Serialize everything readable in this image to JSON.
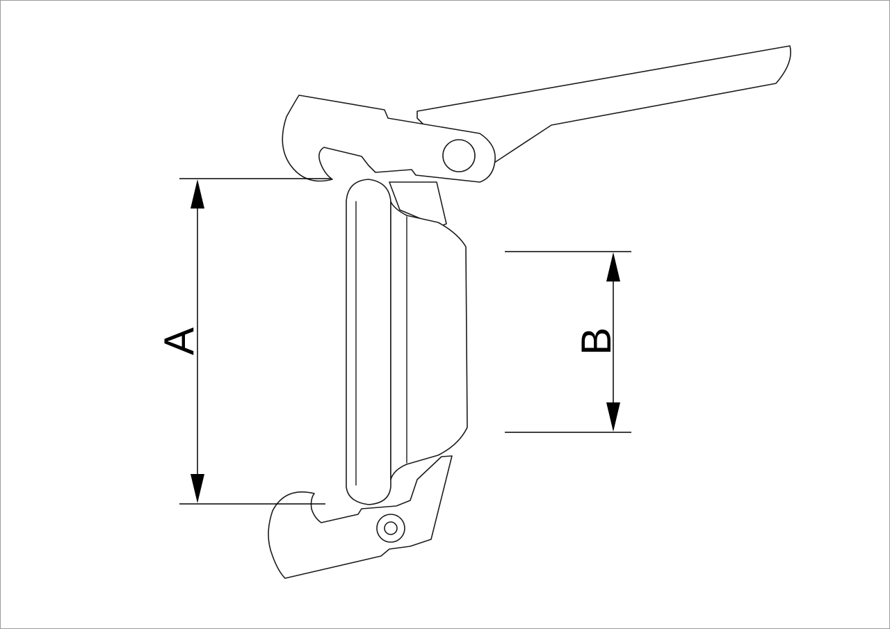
{
  "drawing": {
    "dimensions": [
      {
        "id": "A",
        "label": "A"
      },
      {
        "id": "B",
        "label": "B"
      }
    ],
    "colors": {
      "line": "#1a1a1a",
      "background": "#ffffff",
      "border": "#9a9a9a"
    }
  }
}
